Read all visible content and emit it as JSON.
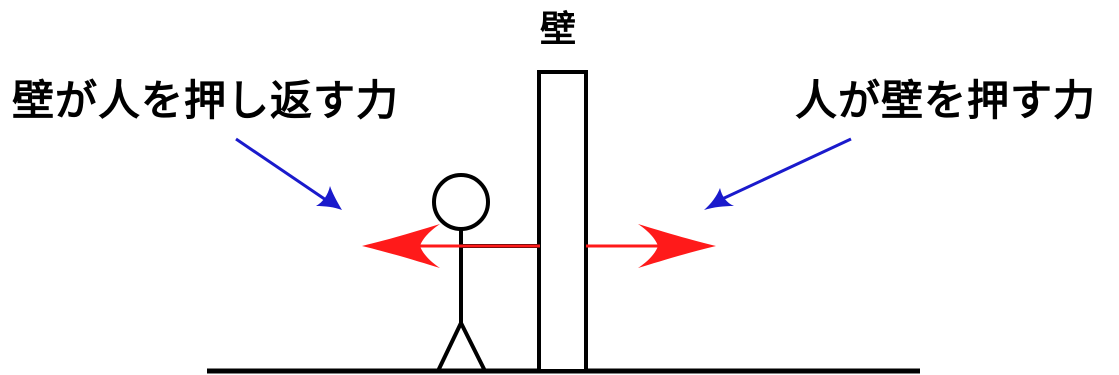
{
  "labels": {
    "wall": "壁",
    "wall_pushes_back": "壁が人を押し返す力",
    "person_pushes_wall": "人が壁を押す力"
  },
  "colors": {
    "force_arrow": "#ff1a1a",
    "pointer_arrow": "#1a1acc",
    "line": "#000000"
  }
}
